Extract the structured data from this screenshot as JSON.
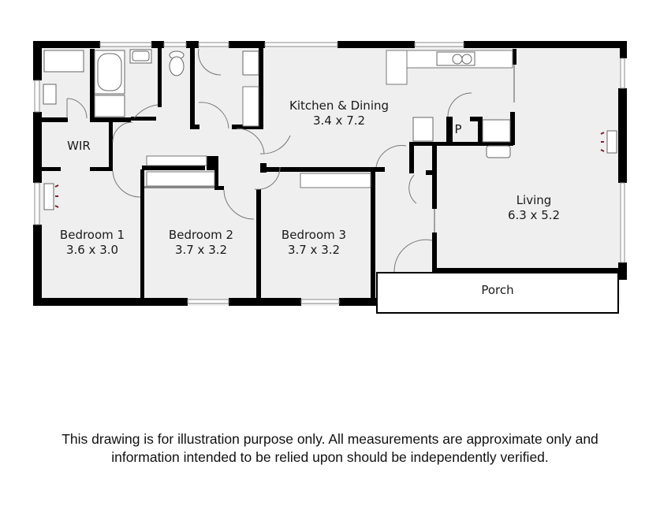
{
  "floor_plan": {
    "colors": {
      "floor": "#efefef",
      "wall": "#000000",
      "background": "#ffffff",
      "heater": "#8b1a2b"
    },
    "rooms": [
      {
        "id": "kitchen-dining",
        "name": "Kitchen & Dining",
        "dims": "3.4 x 7.2"
      },
      {
        "id": "wir",
        "name": "WIR",
        "dims": ""
      },
      {
        "id": "pantry",
        "name": "P",
        "dims": ""
      },
      {
        "id": "living",
        "name": "Living",
        "dims": "6.3 x 5.2"
      },
      {
        "id": "bedroom-1",
        "name": "Bedroom 1",
        "dims": "3.6 x 3.0"
      },
      {
        "id": "bedroom-2",
        "name": "Bedroom 2",
        "dims": "3.7 x 3.2"
      },
      {
        "id": "bedroom-3",
        "name": "Bedroom 3",
        "dims": "3.7 x 3.2"
      },
      {
        "id": "porch",
        "name": "Porch",
        "dims": ""
      }
    ],
    "fixtures": [
      "bathtub-icon",
      "shower-icon",
      "vanity-basin-icon",
      "toilet-icon",
      "laundry-tub-icon",
      "kitchen-sink-icon",
      "cooktop-icon",
      "rangehood-icon",
      "heater-icon",
      "split-system-icon"
    ]
  },
  "disclaimer": {
    "line1": "This drawing is for illustration purpose only. All measurements are approximate only and",
    "line2": "information intended to be relied upon should be independently verified."
  }
}
